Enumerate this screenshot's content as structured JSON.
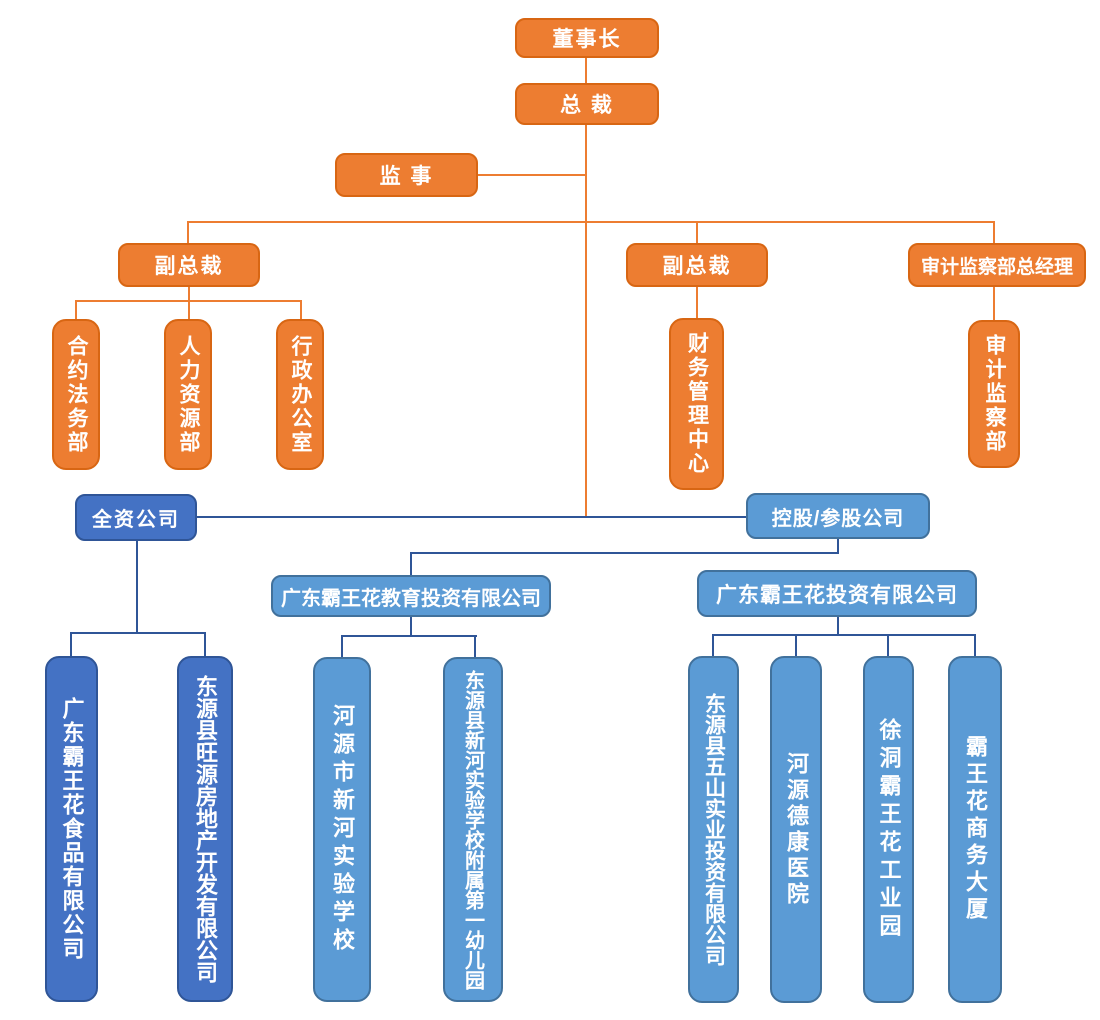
{
  "diagram_type": "org-chart",
  "colors": {
    "management_fill": "#ED7D31",
    "management_border": "#D86613",
    "management_line": "#ED7D31",
    "wholly_owned_fill": "#4472C4",
    "wholly_owned_border": "#2F5597",
    "subsidiary_fill": "#5B9BD5",
    "subsidiary_border": "#41719C",
    "subsidiary_line": "#2F5597",
    "text": "#FFFFFF",
    "background": "#FFFFFF"
  },
  "nodes": {
    "chairman": "董事长",
    "president": "总 裁",
    "supervisor": "监 事",
    "vp_left": "副总裁",
    "vp_right": "副总裁",
    "audit_gm": "审计监察部总经理",
    "contract_legal_dept": "合约法务部",
    "hr_dept": "人力资源部",
    "admin_office": "行政办公室",
    "finance_center": "财务管理中心",
    "audit_dept": "审计监察部",
    "wholly_owned": "全资公司",
    "holding": "控股/参股公司",
    "food_co": "广东霸王花食品有限公司",
    "realestate_co": "东源县旺源房地产开发有限公司",
    "edu_invest_co": "广东霸王花教育投资有限公司",
    "xinhe_school": "河源市新河实验学校",
    "kindergarten": "东源县新河实验学校附属第一幼儿园",
    "invest_co": "广东霸王花投资有限公司",
    "wushan_co": "东源县五山实业投资有限公司",
    "dekang_hospital": "河源德康医院",
    "industrial_park": "徐洞霸王花工业园",
    "commercial_building": "霸王花商务大厦"
  }
}
